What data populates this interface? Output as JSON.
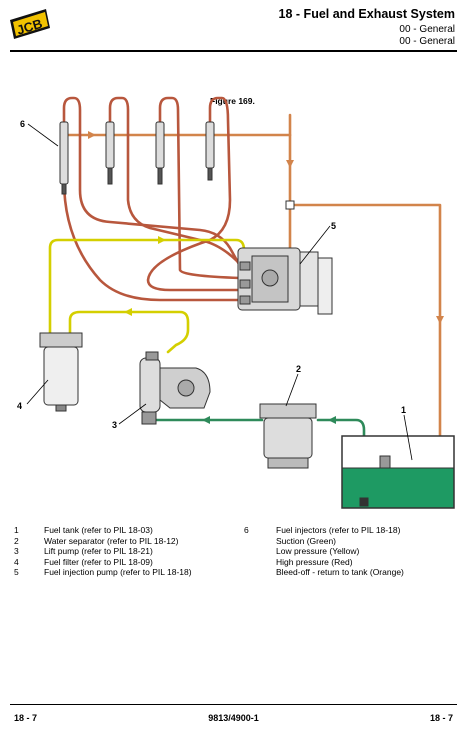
{
  "header": {
    "logo_text": "JCB",
    "title": "18 - Fuel and Exhaust System",
    "subtitle1": "00 - General",
    "subtitle2": "00 - General"
  },
  "figure": {
    "caption": "Figure 169.",
    "callouts": [
      "1",
      "2",
      "3",
      "4",
      "5",
      "6"
    ]
  },
  "legend": {
    "left": [
      {
        "num": "1",
        "text": "Fuel tank (refer to PIL 18-03)"
      },
      {
        "num": "2",
        "text": "Water separator (refer to PIL 18-12)"
      },
      {
        "num": "3",
        "text": "Lift pump (refer to PIL 18-21)"
      },
      {
        "num": "4",
        "text": "Fuel filter (refer to PIL 18-09)"
      },
      {
        "num": "5",
        "text": "Fuel injection pump (refer to PIL 18-18)"
      }
    ],
    "right_num": "6",
    "right": [
      "Fuel injectors (refer to PIL 18-18)",
      "Suction (Green)",
      "Low pressure (Yellow)",
      "High pressure (Red)",
      "Bleed-off - return to tank (Orange)"
    ]
  },
  "footer": {
    "left": "18 - 7",
    "center": "9813/4900-1",
    "right": "18 - 7"
  },
  "colors": {
    "suction": "#2e8a5a",
    "low_pressure": "#d9d400",
    "high_pressure": "#c2452e",
    "bleed_off": "#d2844b",
    "tank_fill": "#1e9a63"
  }
}
